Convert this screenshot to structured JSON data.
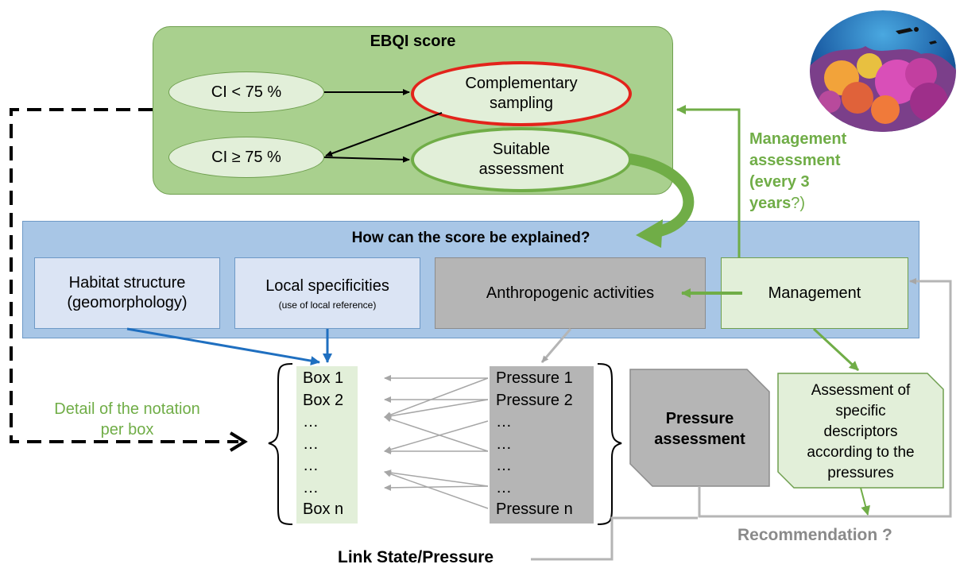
{
  "ebqi": {
    "title": "EBQI score",
    "ci_low": "CI < 75 %",
    "ci_high": "CI ≥ 75 %",
    "complementary_line1": "Complementary",
    "complementary_line2": "sampling",
    "suitable_line1": "Suitable",
    "suitable_line2": "assessment"
  },
  "explain": {
    "title": "How can the score be explained?",
    "habitat_line1": "Habitat structure",
    "habitat_line2": "(geomorphology)",
    "local_line1": "Local specificities",
    "local_line2": "(use of local reference)",
    "anthropogenic": "Anthropogenic activities",
    "management": "Management"
  },
  "management_assessment": {
    "line1": "Management",
    "line2": "assessment",
    "line3": "(every 3",
    "line4_bold": "years",
    "line4_rest": "?)"
  },
  "boxes": [
    "Box 1",
    "Box 2",
    "…",
    "…",
    "…",
    "…",
    "Box n"
  ],
  "pressures": [
    "Pressure 1",
    "Pressure 2",
    "…",
    "…",
    "…",
    "…",
    "Pressure n"
  ],
  "detail": {
    "line1": "Detail of the notation",
    "line2": "per box"
  },
  "pressure_assessment": {
    "line1": "Pressure",
    "line2": "assessment"
  },
  "specific_assessment": {
    "line1": "Assessment of",
    "line2": "specific",
    "line3": "descriptors",
    "line4": "according to the",
    "line5": "pressures"
  },
  "recommendation": "Recommendation ?",
  "link_state_pressure": "Link State/Pressure",
  "colors": {
    "ebqi_panel": "#a9d08e",
    "explain_panel": "#a8c6e6",
    "red_border": "#e3231b",
    "green": "#70ad47",
    "blue_arrow": "#1f6fc0",
    "grey": "#b5b5b5"
  }
}
